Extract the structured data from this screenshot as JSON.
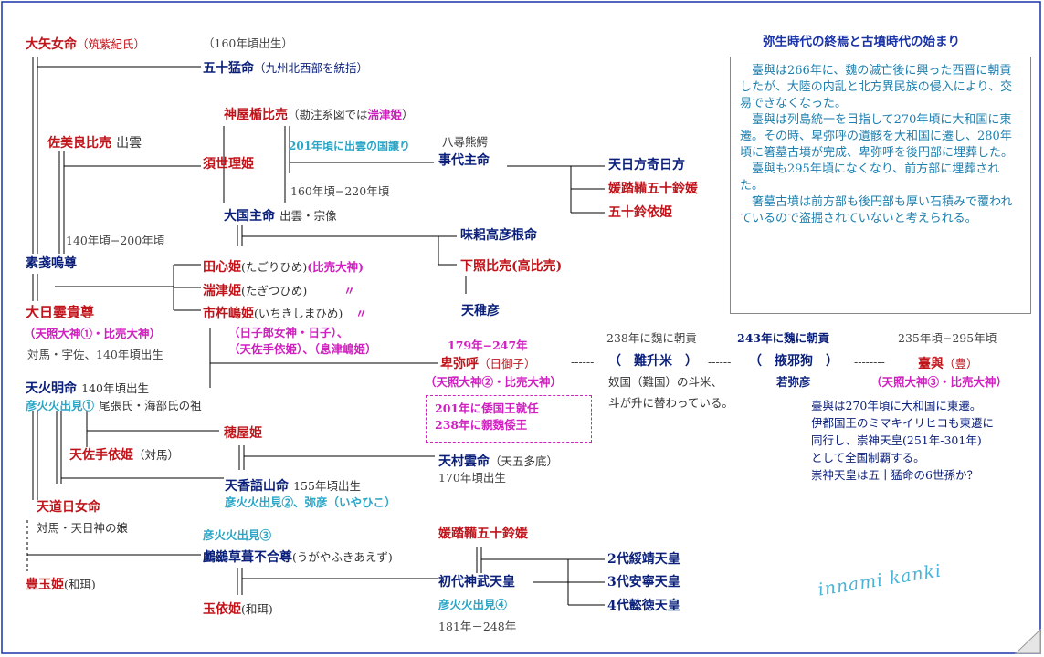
{
  "title": "弥生時代の終焉と古墳時代の始まり",
  "info": {
    "paragraphs": [
      "臺與は266年に、魏の滅亡後に興った西晋に朝貢したが、大陸の内乱と北方異民族の侵入により、交易できなくなった。",
      "臺與は列島統一を目指して270年頃に大和国に東遷。その時、卑弥呼の遺骸を大和国に遷し、280年頃に箸墓古墳が完成、卑弥呼を後円部に埋葬した。",
      "臺與も295年頃になくなり、前方部に埋葬された。",
      "箸墓古墳は前方部も後円部も厚い石積みで覆われているので盗掘されていないと考えられる。"
    ]
  },
  "people": {
    "oyame": {
      "name": "大矢女命",
      "note": "（筑紫紀氏）",
      "year": "（160年頃出生）"
    },
    "isotake": {
      "name": "五十猛命",
      "note": "（九州北西部を統括）"
    },
    "sabirahime": {
      "name": "佐美良比売",
      "note": "出雲"
    },
    "kamuyatate": {
      "name": "神屋楯比売",
      "note": "（勘注系図では",
      "alt": "湍津姫",
      "close": "）"
    },
    "suseri": {
      "name": "須世理姫"
    },
    "izumo_note": "201年頃に出雲の国譲り",
    "yahiro": "八尋熊鰐",
    "kotoshiro": {
      "name": "事代主命"
    },
    "amehikata": {
      "name": "天日方奇日方"
    },
    "himetatara1": {
      "name": "媛踏鞴五十鈴媛"
    },
    "isuzuyori": {
      "name": "五十鈴依姫"
    },
    "okuni_years": "160年頃−220年頃",
    "okuninushi": {
      "name": "大国主命",
      "note": "出雲・宗像"
    },
    "susanoo_years": "140年頃−200年頃",
    "ajisuki": {
      "name": "味耜高彦根命"
    },
    "shitateru": {
      "name": "下照比売",
      "note": "(高比売)"
    },
    "susanoo": {
      "name": "素戔嗚尊"
    },
    "tagori": {
      "name": "田心姫",
      "reading": "(たごりひめ)",
      "alias": "(比売大神)"
    },
    "tagitsu": {
      "name": "湍津姫",
      "reading": "(たぎつひめ)",
      "mark": "〃"
    },
    "ichiki": {
      "name": "市杵嶋姫",
      "reading": "(いちきしまひめ)",
      "mark": "〃"
    },
    "amewaka": {
      "name": "天稚彦"
    },
    "ohirume": {
      "name": "大日孁貴尊"
    },
    "ohirume_alias": "（天照大神①・比売大神）",
    "ohirume_note": "対馬・宇佐、140年頃出生",
    "hinomiko": "（日子郎女神・日子）、",
    "teyori_alias": "（天佐手依姫）、（息津嶋姫）",
    "himiko_years": "179年−247年",
    "himiko": {
      "name": "卑弥呼",
      "note": "（日御子）"
    },
    "himiko_alias": "（天照大神②・比売大神）",
    "himiko_box": [
      "201年に倭国王就任",
      "238年に親魏倭王"
    ],
    "c238": "238年に魏に朝貢",
    "nashome": "（　難升米　）",
    "dash1": "------",
    "c243": "243年に魏に朝貢",
    "ekiyaku": "（　掖邪狗　）",
    "dash2": "--------",
    "toyo_years": "235年頃−295年頃",
    "toyo": {
      "name": "臺與",
      "note": "（豊）"
    },
    "toyo_alias": "（天照大神③・比売大神）",
    "nakoku": "奴国（難国）の斗米、",
    "tomasu": "斗が升に替わっている。",
    "wakami": "若弥彦",
    "toyo_notes": [
      "臺與は270年頃に大和国に東遷。",
      "伊都国王のミマキイリヒコも東遷に",
      "同行し、崇神天皇(251年-301年)",
      "として全国制覇する。",
      "崇神天皇は五十猛命の6世孫か？"
    ],
    "honakari": {
      "name": "天火明命",
      "note": "140年頃出生"
    },
    "hikoho1": "彦火火出見①",
    "owari": "尾張氏・海部氏の祖",
    "hoyahime": {
      "name": "穂屋姫"
    },
    "tesayori": {
      "name": "天佐手依姫",
      "note": "（対馬）"
    },
    "amemurakumo": {
      "name": "天村雲命",
      "note": "（天五多底）"
    },
    "murakumo_year": "170年頃出生",
    "kaguyama": {
      "name": "天香語山命",
      "note": "155年頃出生"
    },
    "hikoho2": "彦火火出見②、弥彦（いやひこ）",
    "amemichi": {
      "name": "天道日女命"
    },
    "amemichi_note": "対馬・天日神の娘",
    "hikoho3": "彦火火出見③",
    "himetatara2": {
      "name": "媛踏鞴五十鈴媛"
    },
    "ugaya": {
      "name": "鸕鷀草葺不合尊",
      "reading": "(うがやふきあえず)"
    },
    "suizei": {
      "name": "2代綏靖天皇"
    },
    "toyotama": {
      "name": "豊玉姫",
      "note": "(和珥)"
    },
    "jinmu": {
      "name": "初代神武天皇"
    },
    "annei": {
      "name": "3代安寧天皇"
    },
    "hikoho4": "彦火火出見④",
    "tamayori": {
      "name": "玉依姫",
      "note": "(和珥)"
    },
    "itoku": {
      "name": "4代懿徳天皇"
    },
    "jinmu_years": "181年－248年"
  },
  "watermark": "innami  kanki",
  "colors": {
    "red": "#c0141b",
    "navy": "#0a1f7a",
    "magenta": "#d020c0",
    "cyan": "#2aa6c7",
    "border": "#1a33a8"
  }
}
